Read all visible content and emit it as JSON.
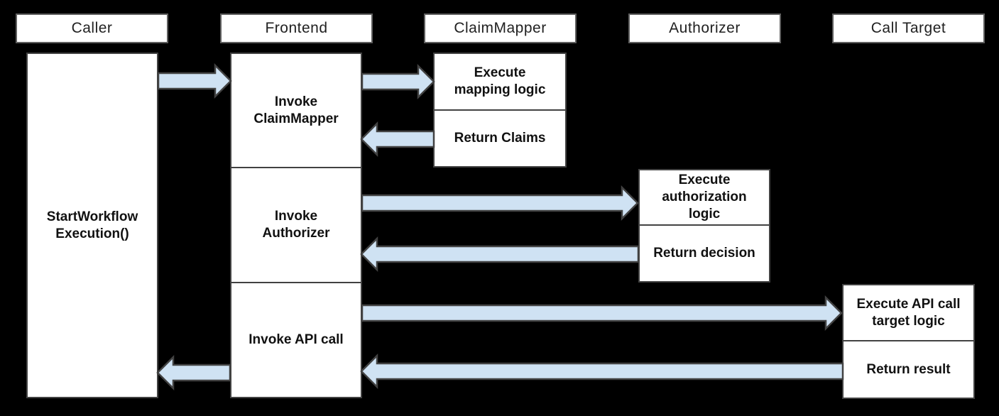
{
  "diagram": {
    "type": "sequence-diagram",
    "colors": {
      "background": "#000000",
      "box_fill": "#ffffff",
      "box_border": "#424242",
      "header_border": "#5f5f5f",
      "arrow_fill": "#cfe2f3",
      "arrow_outline": "#424242",
      "text": "#111111"
    },
    "lanes": {
      "caller": "Caller",
      "frontend": "Frontend",
      "claimmapper": "ClaimMapper",
      "authorizer": "Authorizer",
      "call_target": "Call Target"
    },
    "steps": {
      "start_workflow": "StartWorkflow\nExecution()",
      "invoke_claimmapper": "Invoke\nClaimMapper",
      "invoke_authorizer": "Invoke\nAuthorizer",
      "invoke_api_call": "Invoke API call",
      "execute_mapping_logic": "Execute\nmapping logic",
      "return_claims": "Return Claims",
      "execute_authorization_logic": "Execute\nauthorization\nlogic",
      "return_decision": "Return decision",
      "execute_api_call_target_logic": "Execute API call\ntarget logic",
      "return_result": "Return result"
    },
    "flows": [
      {
        "from": "Caller",
        "to": "Frontend"
      },
      {
        "from": "Frontend",
        "to": "ClaimMapper"
      },
      {
        "from": "ClaimMapper",
        "to": "Frontend"
      },
      {
        "from": "Frontend",
        "to": "Authorizer"
      },
      {
        "from": "Authorizer",
        "to": "Frontend"
      },
      {
        "from": "Frontend",
        "to": "Call Target"
      },
      {
        "from": "Call Target",
        "to": "Frontend"
      },
      {
        "from": "Frontend",
        "to": "Caller"
      }
    ]
  }
}
